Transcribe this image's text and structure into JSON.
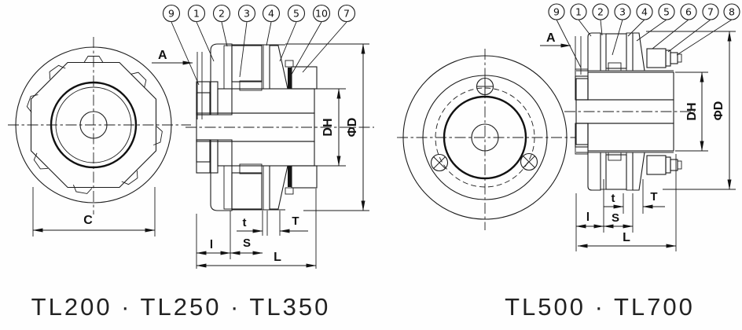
{
  "figures": [
    {
      "id": "left",
      "caption": "TL200 · TL250 · TL350",
      "callouts": [
        "9",
        "1",
        "2",
        "3",
        "4",
        "5",
        "10",
        "7"
      ],
      "dims": {
        "A": "A",
        "DH": "DH",
        "D": "ΦD",
        "C": "C",
        "l": "l",
        "S": "S",
        "t": "t",
        "T": "T",
        "L": "L"
      }
    },
    {
      "id": "right",
      "caption": "TL500 · TL700",
      "callouts": [
        "9",
        "1",
        "2",
        "3",
        "4",
        "5",
        "6",
        "7",
        "8"
      ],
      "dims": {
        "A": "A",
        "DH": "DH",
        "D": "ΦD",
        "l": "l",
        "S": "S",
        "t": "t",
        "T": "T",
        "L": "L"
      }
    }
  ]
}
